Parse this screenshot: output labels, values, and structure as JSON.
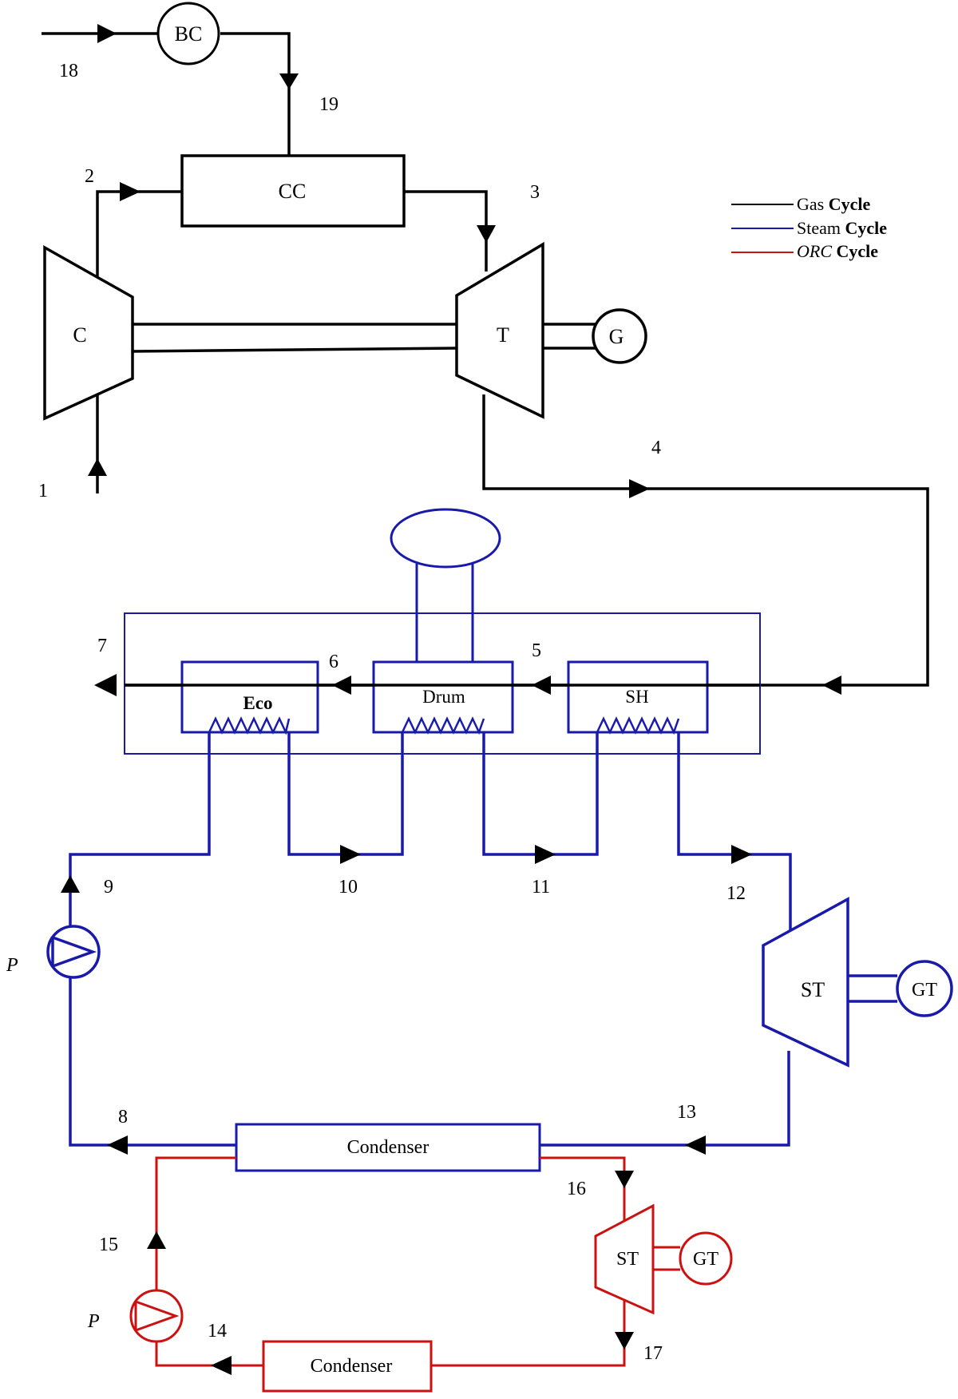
{
  "colors": {
    "gas": "#000000",
    "steam": "#1a1aaa",
    "orc": "#cc1111",
    "background": "#ffffff"
  },
  "legend": {
    "gas_prefix": "Gas",
    "steam_prefix": "Steam",
    "orc_prefix": "ORC",
    "suffix": "Cycle"
  },
  "components": {
    "biomass_combustor": "BC",
    "combustion_chamber": "CC",
    "compressor": "C",
    "gas_turbine": "T",
    "generator": "G",
    "economizer": "Eco",
    "drum": "Drum",
    "superheater": "SH",
    "steam_turbine": "ST",
    "steam_generator": "GT",
    "steam_pump": "P",
    "steam_condenser": "Condenser",
    "orc_turbine": "ST",
    "orc_generator": "GT",
    "orc_pump": "P",
    "orc_condenser": "Condenser"
  },
  "states": {
    "s1": "1",
    "s2": "2",
    "s3": "3",
    "s4": "4",
    "s5": "5",
    "s6": "6",
    "s7": "7",
    "s8": "8",
    "s9": "9",
    "s10": "10",
    "s11": "11",
    "s12": "12",
    "s13": "13",
    "s14": "14",
    "s15": "15",
    "s16": "16",
    "s17": "17",
    "s18": "18",
    "s19": "19"
  }
}
